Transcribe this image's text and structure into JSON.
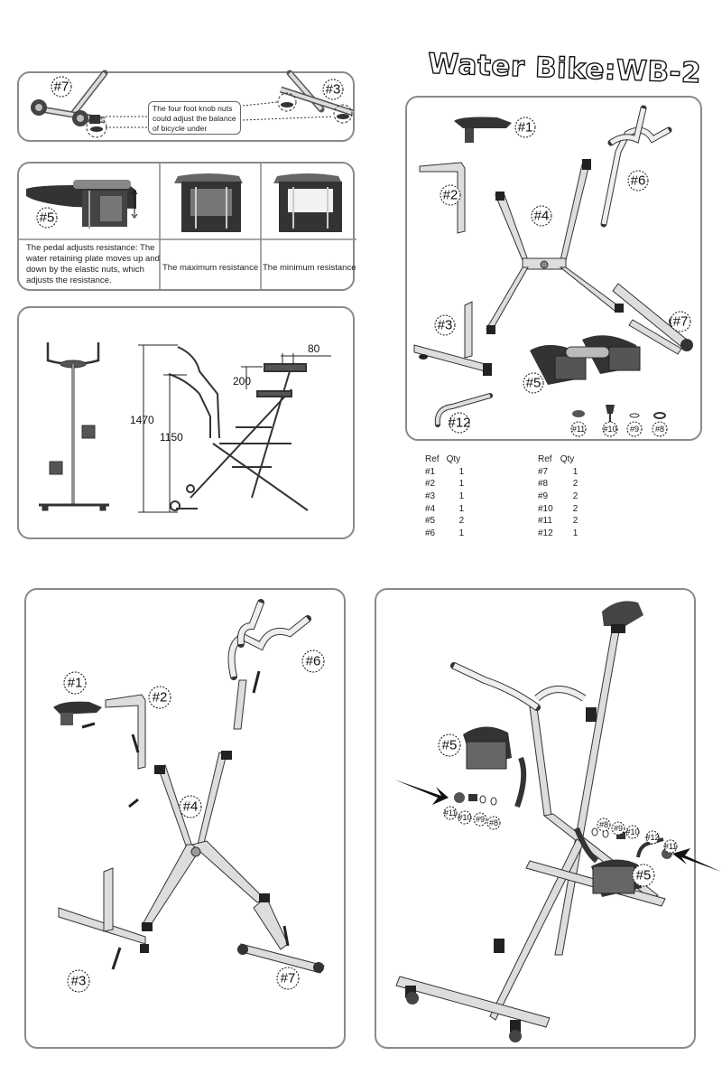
{
  "title": "Water Bike:WB-2",
  "balance_panel": {
    "note": "The four foot knob nuts could adjust the balance of bicycle under",
    "labels": [
      "#7",
      "#3"
    ]
  },
  "resistance_panel": {
    "part_label": "#5",
    "description": "The pedal adjusts resistance: The water retaining plate moves up and down by the elastic nuts, which adjusts the resistance.",
    "max_label": "The maximum resistance",
    "min_label": "The minimum resistance"
  },
  "dimensions_panel": {
    "d80": "80",
    "d200": "200",
    "d1470": "1470",
    "d1150": "1150"
  },
  "parts_panel": {
    "labels": [
      "#1",
      "#2",
      "#3",
      "#4",
      "#5",
      "#6",
      "#7",
      "#8",
      "#9",
      "#10",
      "#11",
      "#12"
    ]
  },
  "parts_table": {
    "headers": [
      "Ref",
      "Qty"
    ],
    "left": [
      [
        "#1",
        "1"
      ],
      [
        "#2",
        "1"
      ],
      [
        "#3",
        "1"
      ],
      [
        "#4",
        "1"
      ],
      [
        "#5",
        "2"
      ],
      [
        "#6",
        "1"
      ]
    ],
    "right": [
      [
        "#7",
        "1"
      ],
      [
        "#8",
        "2"
      ],
      [
        "#9",
        "2"
      ],
      [
        "#10",
        "2"
      ],
      [
        "#11",
        "2"
      ],
      [
        "#12",
        "1"
      ]
    ]
  },
  "assembly_panel": {
    "labels": [
      "#1",
      "#2",
      "#3",
      "#4",
      "#6",
      "#7"
    ]
  },
  "final_panel": {
    "labels": [
      "#5",
      "#5",
      "#8",
      "#9",
      "#10",
      "#11",
      "#12",
      "#11",
      "#10",
      "#9",
      "#8"
    ]
  }
}
